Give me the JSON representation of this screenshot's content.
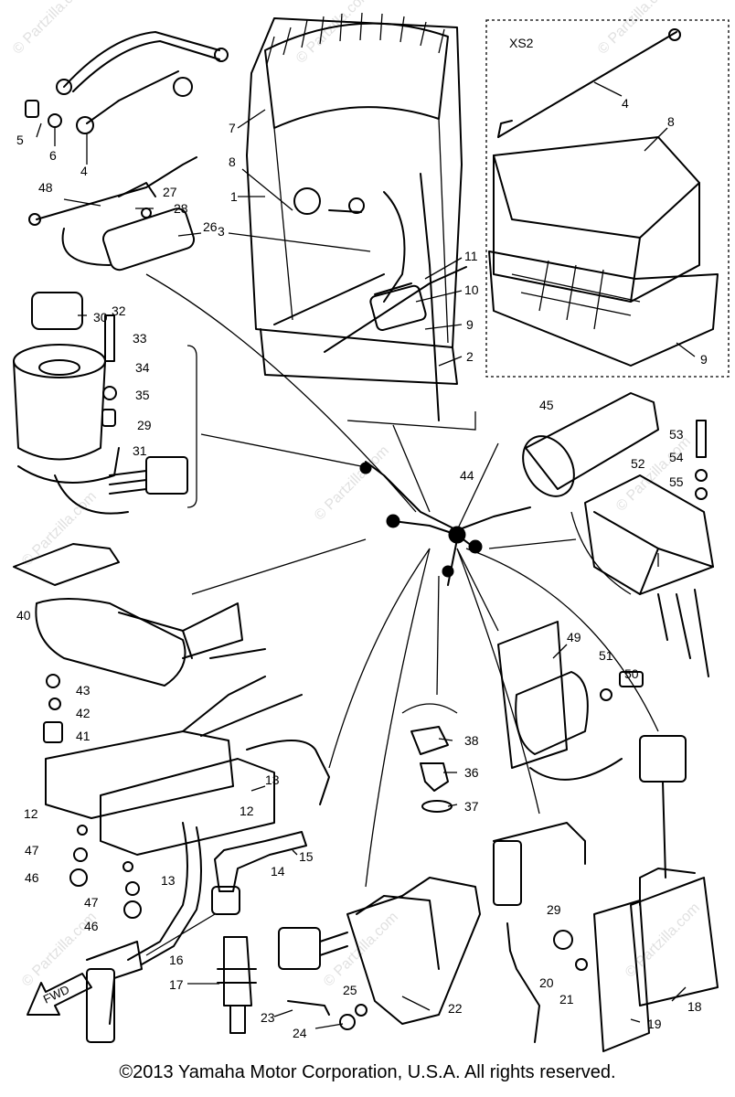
{
  "watermark": "© Partzilla.com",
  "copyright": "©2013 Yamaha Motor Corporation, U.S.A. All rights reserved.",
  "variant_label": "XS2",
  "direction_label": "FWD",
  "callouts": {
    "c1": "1",
    "c2": "2",
    "c3": "3",
    "c4a": "4",
    "c4b": "4",
    "c5": "5",
    "c6": "6",
    "c7": "7",
    "c8a": "8",
    "c8b": "8",
    "c9a": "9",
    "c9b": "9",
    "c10": "10",
    "c11": "11",
    "c12a": "12",
    "c12b": "12",
    "c13a": "13",
    "c13b": "13",
    "c14": "14",
    "c15": "15",
    "c16": "16",
    "c17": "17",
    "c18": "18",
    "c19": "19",
    "c20": "20",
    "c21": "21",
    "c22": "22",
    "c23": "23",
    "c24": "24",
    "c25": "25",
    "c26": "26",
    "c27": "27",
    "c28": "28",
    "c29a": "29",
    "c29b": "29",
    "c30": "30",
    "c31": "31",
    "c32": "32",
    "c33": "33",
    "c34": "34",
    "c35": "35",
    "c36": "36",
    "c37": "37",
    "c38": "38",
    "c40": "40",
    "c41": "41",
    "c42": "42",
    "c43": "43",
    "c44": "44",
    "c45": "45",
    "c46a": "46",
    "c46b": "46",
    "c47a": "47",
    "c47b": "47",
    "c48": "48",
    "c49": "49",
    "c50": "50",
    "c51": "51",
    "c52": "52",
    "c53": "53",
    "c54": "54",
    "c55": "55"
  }
}
